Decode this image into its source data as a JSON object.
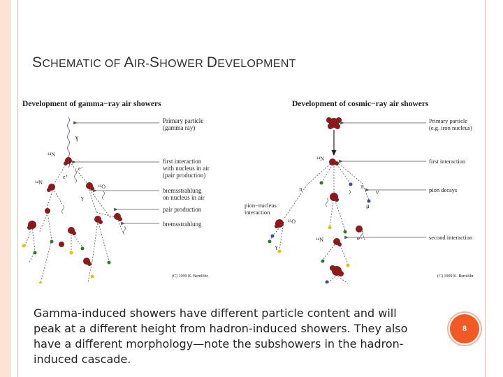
{
  "slide": {
    "title_parts": [
      {
        "cap": "S",
        "rest": "CHEMATIC OF "
      },
      {
        "cap": "A",
        "rest": "IR-"
      },
      {
        "cap": "S",
        "rest": "HOWER "
      },
      {
        "cap": "D",
        "rest": "EVELOPMENT"
      }
    ],
    "caption": "Gamma-induced showers have different particle content and will peak at a different height from hadron-induced showers.  They also have a different morphology—note the subshowers in the hadron-induced cascade.",
    "page_number": "8"
  },
  "colors": {
    "accent": "#f15a24",
    "side_strip": "#fde3d6",
    "side_line": "#f4b9a3",
    "nucleus": "#8b1a1a"
  },
  "figure": {
    "gamma_panel": {
      "heading": "Development of gamma−ray air showers",
      "label_primary_1": "Primary particle",
      "label_primary_2": "(gamma ray)",
      "label_first_1": "first interaction",
      "label_first_2": "with nucleus in air",
      "label_first_3": "(pair production)",
      "label_brems_1": "bremsstrahlung",
      "label_brems_2": "on nucleus in air",
      "label_pair": "pair production",
      "label_brems_3": "bremsstrahlung",
      "sym_gamma": "γ",
      "sym_gamma_2": "γ",
      "sym_n14_a": "¹⁴N",
      "sym_n14_b": "¹⁴N",
      "sym_o16": "¹⁶O",
      "sym_eminus": "e⁻",
      "sym_eplus": "e⁺",
      "copyright": "(C) 1999 K. Bernlöhr"
    },
    "cosmic_panel": {
      "heading": "Development of cosmic−ray air showers",
      "label_primary_1": "Primary particle",
      "label_primary_2": "(e.g. iron nucleus)",
      "label_first": "first interaction",
      "label_pion_decays": "pion decays",
      "label_second": "second interaction",
      "label_pion_nucleus_1": "pion−nucleus",
      "label_pion_nucleus_2": "interaction",
      "sym_n14_a": "¹⁴N",
      "sym_n14_b": "¹⁴N",
      "sym_o16": "¹⁶O",
      "sym_pi_a": "π",
      "sym_pi_b": "π",
      "sym_mu": "μ",
      "sym_nu": "ν",
      "sym_e": "e",
      "sym_gamma": "γ",
      "copyright": "(C) 1999 K. Bernlöhr"
    }
  }
}
